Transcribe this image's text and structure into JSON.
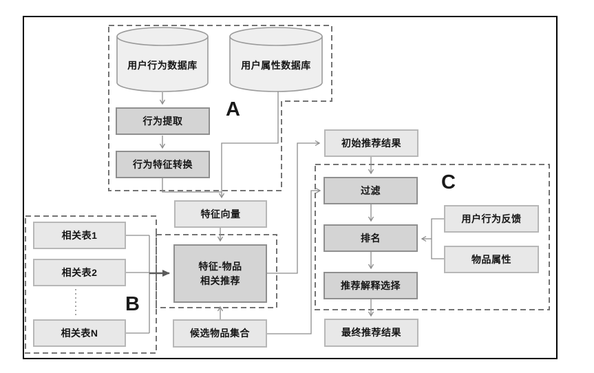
{
  "diagram": {
    "section_labels": {
      "a": "A",
      "b": "B",
      "c": "C"
    },
    "nodes": {
      "user_behavior_db": "用户行为数据库",
      "user_attr_db": "用户属性数据库",
      "behavior_extract": "行为提取",
      "behavior_feature_transform": "行为特征转换",
      "feature_vector": "特征向量",
      "feature_item_line1": "特征-物品",
      "feature_item_line2": "相关推荐",
      "related_table_1": "相关表1",
      "related_table_2": "相关表2",
      "related_table_n": "相关表N",
      "candidate_items": "候选物品集合",
      "initial_result": "初始推荐结果",
      "filter": "过滤",
      "rank": "排名",
      "explain_select": "推荐解释选择",
      "final_result": "最终推荐结果",
      "behavior_feedback": "用户行为反馈",
      "item_attr": "物品属性"
    },
    "colors": {
      "process_box_fill": "#d4d4d4",
      "process_box_border": "#8f8f8f",
      "data_box_fill": "#e8e8e8",
      "data_box_border": "#b7b7b7",
      "cylinder_fill": "#efefef",
      "dashed_region": "#737373",
      "connector": "#8c8c8c",
      "bold_connector": "#5a5a5a",
      "frame": "#000000"
    }
  }
}
